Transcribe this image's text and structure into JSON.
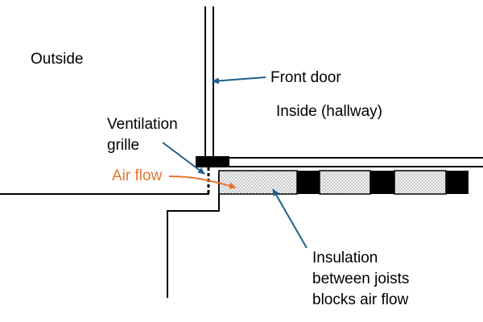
{
  "labels": {
    "outside": "Outside",
    "front_door": "Front door",
    "inside": "Inside (hallway)",
    "ventilation_line1": "Ventilation",
    "ventilation_line2": "grille",
    "air_flow": "Air flow",
    "insulation_line1": "Insulation",
    "insulation_line2": "between joists",
    "insulation_line3": "blocks air flow"
  },
  "colors": {
    "line": "#000000",
    "annotation_arrow": "#1f5f8b",
    "air_flow": "#e8742c",
    "insulation_fill": "#f2f2f2"
  },
  "icons": {
    "annotation_arrow": "arrow-icon",
    "air_flow_arrow": "air-flow-arrow-icon"
  }
}
